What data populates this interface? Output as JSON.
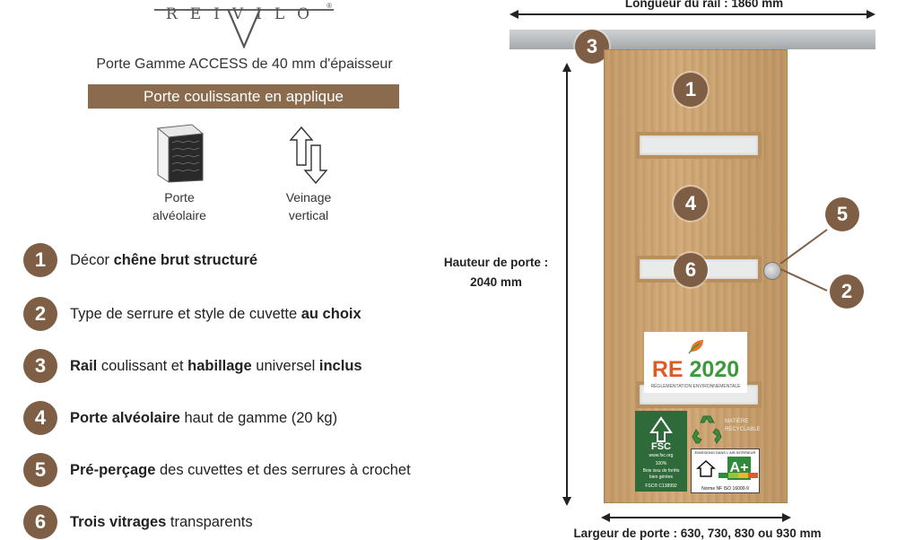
{
  "brand": {
    "name": "REIVILO",
    "trademark": "®"
  },
  "subtitle": "Porte Gamme ACCESS de 40 mm d'épaisseur",
  "banner": "Porte coulissante en applique",
  "features": [
    {
      "icon": "honeycomb-core-icon",
      "label_line1": "Porte",
      "label_line2": "alvéolaire"
    },
    {
      "icon": "vertical-arrows-icon",
      "label_line1": "Veinage",
      "label_line2": "vertical"
    }
  ],
  "list": [
    {
      "num": "1",
      "parts": [
        {
          "t": "Décor ",
          "b": false
        },
        {
          "t": "chêne brut structuré",
          "b": true
        }
      ]
    },
    {
      "num": "2",
      "parts": [
        {
          "t": "Type de serrure et style de cuvette ",
          "b": false
        },
        {
          "t": "au choix",
          "b": true
        }
      ]
    },
    {
      "num": "3",
      "parts": [
        {
          "t": "Rail",
          "b": true
        },
        {
          "t": " coulissant et ",
          "b": false
        },
        {
          "t": "habillage",
          "b": true
        },
        {
          "t": " universel ",
          "b": false
        },
        {
          "t": "inclus",
          "b": true
        }
      ]
    },
    {
      "num": "4",
      "parts": [
        {
          "t": "Porte alvéolaire",
          "b": true
        },
        {
          "t": " haut de gamme (20 kg)",
          "b": false
        }
      ]
    },
    {
      "num": "5",
      "parts": [
        {
          "t": "Pré-perçage",
          "b": true
        },
        {
          "t": " des cuvettes et des serrures à crochet",
          "b": false
        }
      ]
    },
    {
      "num": "6",
      "parts": [
        {
          "t": "Trois vitrages",
          "b": true
        },
        {
          "t": " transparents",
          "b": false
        }
      ]
    }
  ],
  "diagram": {
    "rail_length": "Longueur du rail : 1860 mm",
    "door_height_line1": "Hauteur de porte :",
    "door_height_line2": "2040 mm",
    "door_width": "Largeur de porte : 630, 730, 830 ou 930 mm",
    "badges": {
      "rail": "3",
      "decor": "1",
      "core": "4",
      "glazing": "6",
      "prebore": "5",
      "lock": "2"
    }
  },
  "labels": {
    "re2020_re": "RE",
    "re2020_year": "2020",
    "re2020_sub": "RÉGLEMENTATION ENVIRONNEMENTALE",
    "fsc_name": "FSC",
    "fsc_url": "www.fsc.org",
    "fsc_pct": "100%",
    "fsc_desc": "Bois issu de forêts bien gérées",
    "fsc_code": "FSC® C138992",
    "recycle_line1": "MATIÈRE",
    "recycle_line2": "RECYCLABLE",
    "air_top": "ÉMISSIONS DANS L'AIR INTÉRIEUR",
    "air_grade": "A+",
    "air_norm": "Norme NF ISO 16000-9"
  },
  "colors": {
    "badge": "#7e5f45",
    "banner": "#8b6b4e",
    "wood": "#c8a06d",
    "rail": "#b7babc"
  }
}
